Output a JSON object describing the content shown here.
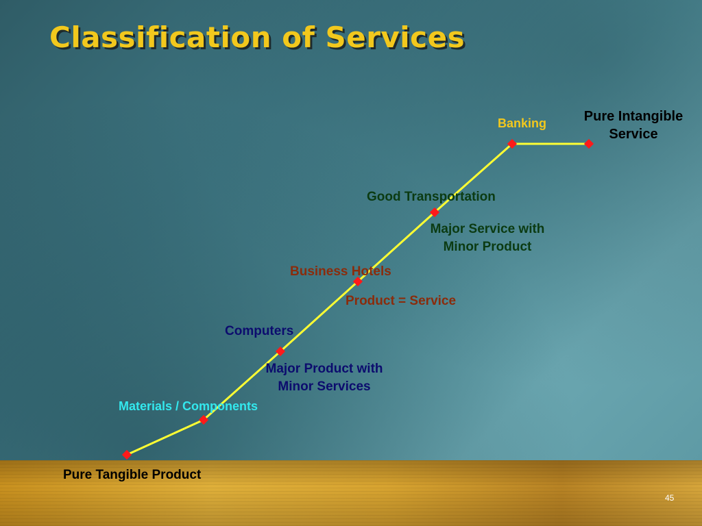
{
  "title": "Classification of Services",
  "slide_number": "45",
  "colors": {
    "title": "#f2c81d",
    "line": "#ffff33",
    "marker": "#ff1a1a",
    "banking": "#f2c81d",
    "good_transportation": "#0b3b12",
    "major_service": "#0b3b12",
    "business_hotels": "#8a2c0c",
    "product_service": "#8a2c0c",
    "computers": "#0c0c6e",
    "major_product": "#0c0c6e",
    "materials": "#33e8ee",
    "pure": "#000000"
  },
  "labels": {
    "pure_intangible": "Pure Intangible\nService",
    "banking": "Banking",
    "good_transportation": "Good Transportation",
    "major_service": "Major Service with\nMinor Product",
    "business_hotels": "Business Hotels",
    "product_service": "Product = Service",
    "computers": "Computers",
    "major_product": "Major Product with\nMinor Services",
    "materials": "Materials / Components",
    "pure_tangible": "Pure Tangible Product"
  }
}
